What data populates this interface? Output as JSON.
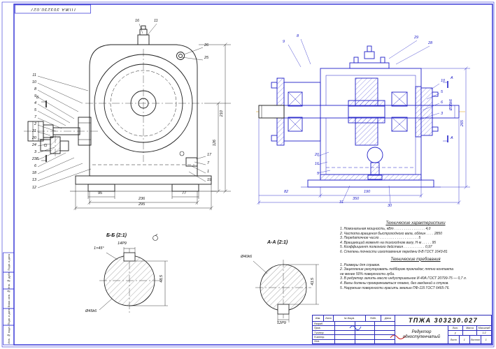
{
  "stamp": {
    "text": "ТПЖА 303230.027"
  },
  "margin_labels": [
    "Подп. и дата",
    "Инв. № дубл.",
    "Взам. инв. №",
    "Подп. и дата",
    "Инв. № подл."
  ],
  "left_view": {
    "callouts_top": [
      "16",
      "11"
    ],
    "callouts_right": [
      "26",
      "25"
    ],
    "callouts_left": [
      "11",
      "10",
      "8",
      "9",
      "4",
      "5",
      "7",
      "2",
      "21",
      "20",
      "24",
      "3",
      "23",
      "6",
      "18",
      "13",
      "12"
    ],
    "callouts_bottom_right": [
      "17",
      "7",
      "1",
      "19"
    ],
    "section_mark": "Б",
    "dims": {
      "feet_left": "95",
      "feet_right": "77",
      "inner_width": "236",
      "overall_width": "295",
      "center_height": "126",
      "overall_height": "210"
    }
  },
  "right_view": {
    "callouts_top_left": [
      "9",
      "8"
    ],
    "callouts_top_right": [
      "29",
      "28"
    ],
    "callouts_right": [
      "10",
      "5",
      "6",
      "3"
    ],
    "callouts_bottom_left": [
      "20",
      "16",
      "5"
    ],
    "callouts_bottom": [
      "31",
      "30"
    ],
    "section_mark": "А",
    "dims": {
      "left_len": "82",
      "body_len": "190",
      "overall_len": "350",
      "overall_height": "265",
      "out_dia": "Ø35k6"
    }
  },
  "detail_b": {
    "label": "Б-Б (2:1)",
    "key_width": "14P9",
    "depth": "48,5",
    "dia": "Ø45k6",
    "chamfer": "1×45°"
  },
  "detail_a": {
    "label": "А-А (2:1)",
    "key_width": "12P9",
    "depth": "43,5",
    "dia": "Ø40k6"
  },
  "tech_specs": {
    "title": "Технические характеристики",
    "lines": [
      "1. Номинальная мощность, кВт . . . . . . . . . . . . . . . . 4,0",
      "2. Частота вращения быстроходного вала, об/мин . . . . 2850",
      "3. Передаточное число . . . . . . . . . . . . . . . . . . . . 5",
      "4. Вращающий момент на тихоходном валу, Н·м . . . . . 95",
      "5. Коэффициент полезного действия . . . . . . . . . . . 0,97",
      "6. Степень точности изготовления передачи 8-В ГОСТ 1643-81"
    ]
  },
  "tech_reqs": {
    "title": "Технические требования",
    "lines": [
      "1. Размеры для справок.",
      "2. Зацепление регулировать подбором прокладок; пятно контакта",
      "    не менее 50% поверхности зуба.",
      "3. В редуктор залить масло индустриальное И-40А ГОСТ 20799-75 — 0,7 л.",
      "4. Валы должны проворачиваться плавно, без заеданий и стуков.",
      "5. Наружные поверхности красить эмалью ПФ-115 ГОСТ 6465-76."
    ]
  },
  "title_block": {
    "code": "ТПЖА 303230.027",
    "name_line1": "Редуктор",
    "name_line2": "одноступенчатый",
    "header_cols": [
      "Изм.",
      "Лист",
      "№ докум.",
      "Подп.",
      "Дата"
    ],
    "rows": [
      "Разраб.",
      "Пров.",
      "Т.контр.",
      "Н.контр.",
      "Утв."
    ],
    "lit_label": "Лит.",
    "mass_label": "Масса",
    "scale_label": "Масштаб",
    "lit_value": "у",
    "scale_value": "1:2",
    "sheet_label": "Лист",
    "sheet_value": "1",
    "sheets_label": "Листов",
    "sheets_value": "1"
  }
}
